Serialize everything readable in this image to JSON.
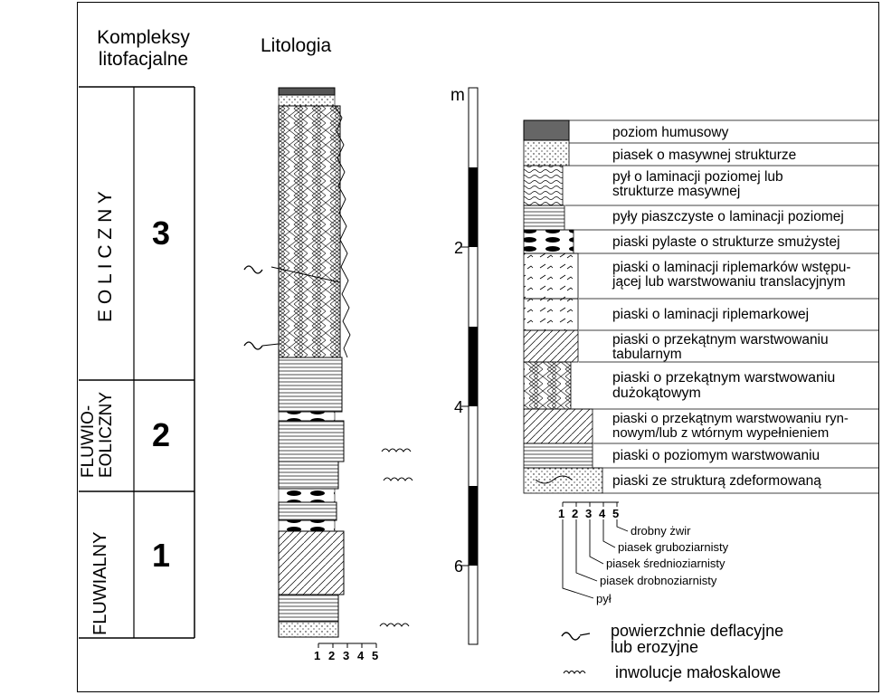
{
  "headers": {
    "complexes_line1": "Kompleksy",
    "complexes_line2": "litofacjalne",
    "lithology": "Litologia"
  },
  "complexes": [
    {
      "number": "3",
      "name": "E O L I C Z N Y"
    },
    {
      "number": "2",
      "name_line1": "FLUWIO-",
      "name_line2": "EOLICZNY"
    },
    {
      "number": "1",
      "name": "FLUWIALNY"
    }
  ],
  "scale": {
    "unit": "m",
    "labels": [
      "2",
      "4",
      "6"
    ]
  },
  "grain_scale_numbers": [
    "1",
    "2",
    "3",
    "4",
    "5"
  ],
  "facies_legend": [
    "poziom humusowy",
    "piasek o masywnej strukturze",
    "pył o laminacji poziomej lub strukturze masywnej",
    "pyły piaszczyste o laminacji poziomej",
    "piaski pylaste o strukturze smużystej",
    "piaski o laminacji riplemarków wstępu-jącej lub warstwowaniu translacyjnym",
    "piaski o laminacji riplemarkowej",
    "piaski o przekątnym warstwowaniu tabularnym",
    "piaski o przekątnym warstwowaniu dużokątowym",
    "piaski o przekątnym warstwowaniu ryn-nowym/lub z wtórnym wypełnieniem",
    "piaski o poziomym warstwowaniu",
    "piaski ze strukturą zdeformowaną"
  ],
  "facies_legend_lines": [
    [
      "poziom humusowy"
    ],
    [
      "piasek o masywnej strukturze"
    ],
    [
      "pył o laminacji poziomej lub",
      "strukturze masywnej"
    ],
    [
      "pyły piaszczyste o laminacji poziomej"
    ],
    [
      "piaski pylaste o strukturze smużystej"
    ],
    [
      "piaski o laminacji riplemarków wstępu-",
      "jącej lub warstwowaniu translacyjnym"
    ],
    [
      "piaski o laminacji riplemarkowej"
    ],
    [
      "piaski o przekątnym warstwowaniu",
      "tabularnym"
    ],
    [
      "piaski o przekątnym warstwowaniu",
      "dużokątowym"
    ],
    [
      "piaski o przekątnym warstwowaniu ryn-",
      "nowym/lub z wtórnym wypełnieniem"
    ],
    [
      "piaski o poziomym warstwowaniu"
    ],
    [
      "piaski ze strukturą zdeformowaną"
    ]
  ],
  "grain_sizes": [
    "drobny żwir",
    "piasek gruboziarnisty",
    "piasek średnioziarnisty",
    "piasek drobnoziarnisty",
    "pył"
  ],
  "symbols": {
    "deflation_line1": "powierzchnie deflacyjne",
    "deflation_line2": "lub erozyjne",
    "involutions": "inwolucje małoskalowe"
  }
}
